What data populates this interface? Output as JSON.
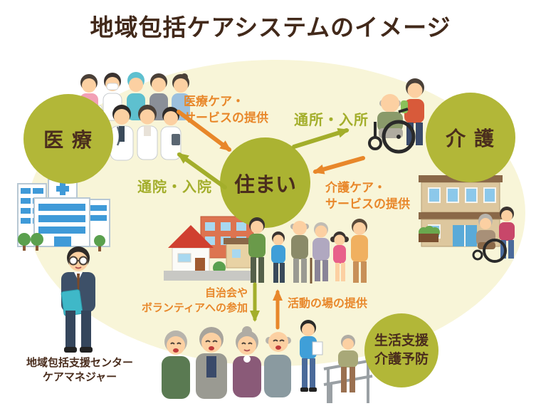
{
  "title": "地域包括ケアシステムのイメージ",
  "nodes": {
    "medical": "医 療",
    "nursing": "介 護",
    "housing": "住まい",
    "support_line1": "生活支援",
    "support_line2": "介護予防"
  },
  "labels": {
    "medical_service_1": "医療ケア・",
    "medical_service_2": "サービスの提供",
    "visit_admission": "通所・入所",
    "hospital_visit": "通院・入院",
    "care_service_1": "介護ケア・",
    "care_service_2": "サービスの提供",
    "community_join_1": "自治会や",
    "community_join_2": "ボランティアへの参加",
    "activity_place": "活動の場の提供"
  },
  "caption": {
    "line1": "地域包括支援センター",
    "line2": "ケアマネジャー"
  },
  "colors": {
    "accent_orange": "#e8872a",
    "accent_green": "#a3ae2b",
    "circle_fill": "#b2b738",
    "text_brown": "#4a2d1d",
    "background_blob": "#f8f5d8"
  },
  "illustrations": [
    "medical-staff-group",
    "elderly-man-wheelchair-with-caregiver",
    "hospital-building",
    "care-facility-building",
    "elderly-woman-wheelchair-with-caregiver",
    "neighborhood-houses",
    "three-generation-family",
    "care-manager",
    "seniors-group",
    "rehabilitation-walking-bars"
  ]
}
